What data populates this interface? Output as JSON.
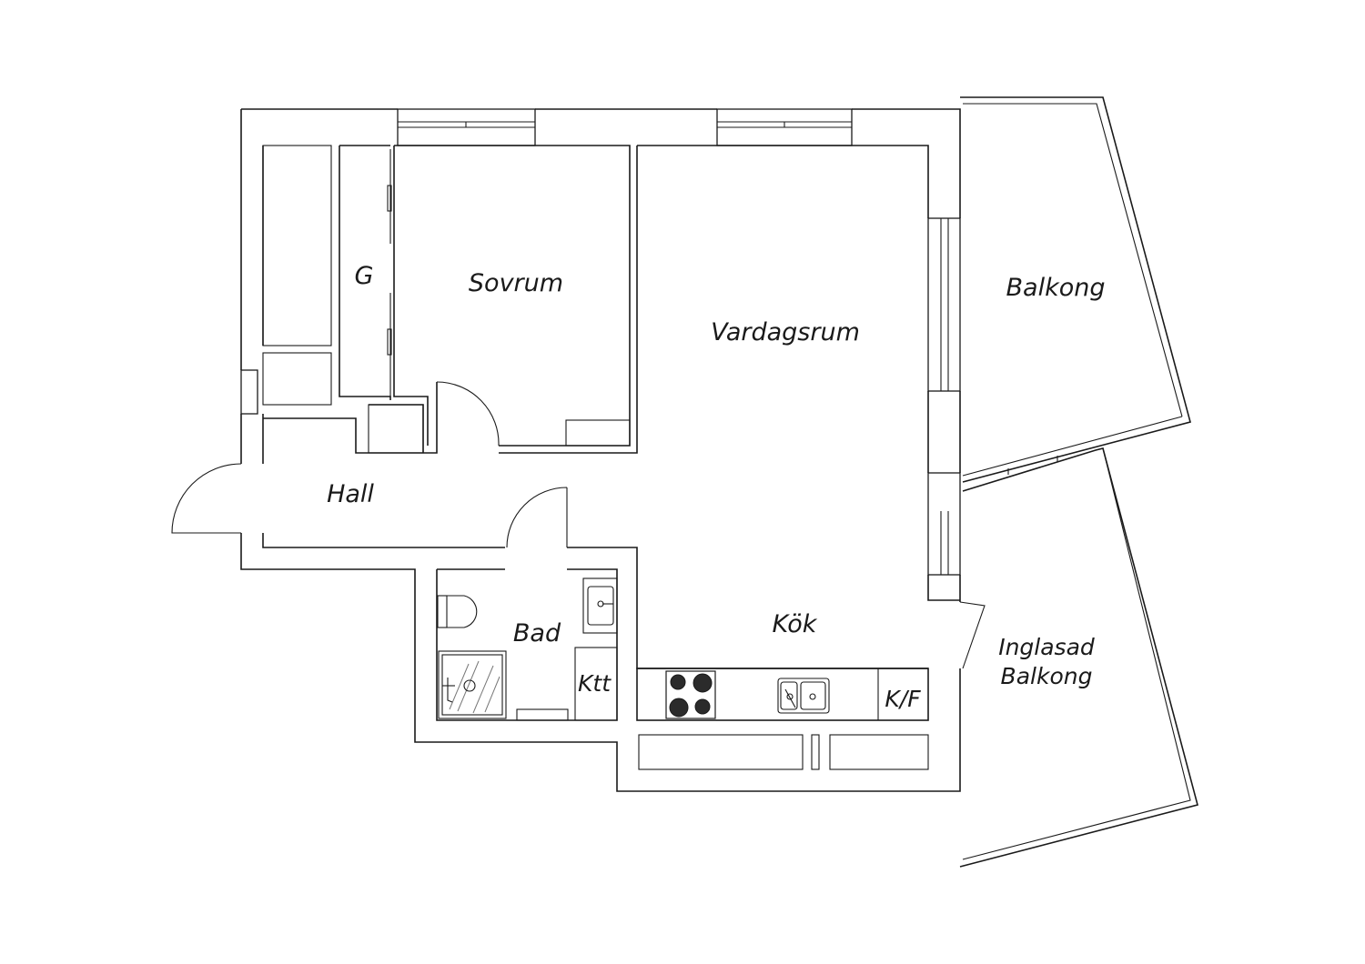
{
  "colors": {
    "line": "#1a1a1a",
    "background": "#ffffff",
    "burner": "#2b2b2b"
  },
  "rooms": {
    "sovrum": "Sovrum",
    "garderob": "G",
    "vardagsrum": "Vardagsrum",
    "hall": "Hall",
    "bad": "Bad",
    "ktt": "Ktt",
    "kok": "Kök",
    "kf": "K/F",
    "balkong": "Balkong",
    "inglasad_line1": "Inglasad",
    "inglasad_line2": "Balkong"
  }
}
